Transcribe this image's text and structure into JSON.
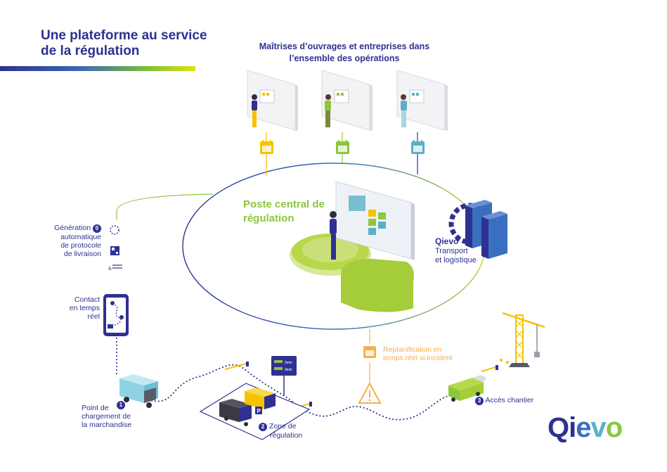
{
  "header": {
    "title": "Une plateforme au service de la régulation"
  },
  "owners": {
    "heading": "Maîtrises d’ouvrages et entreprises dans l’ensemble des opérations"
  },
  "central": {
    "label": "Poste central de régulation"
  },
  "qievo_node": {
    "name": "Qievo",
    "line1": "Transport",
    "line2": "et logistique"
  },
  "left_steps": {
    "generation": {
      "number": "0",
      "line1": "Génération",
      "line2": "automatique",
      "line3": "de protocole",
      "line4": "de livraison"
    },
    "contact": {
      "line1": "Contact",
      "line2": "en temps",
      "line3": "réel"
    }
  },
  "replanning": {
    "line1": "Replanification en",
    "line2": "temps réel si incident"
  },
  "steps": [
    {
      "number": "1",
      "line1": "Point de",
      "line2": "chargement  de",
      "line3": "la marchandise"
    },
    {
      "number": "2",
      "line1": "Zone de",
      "line2": "régulation"
    },
    {
      "number": "3",
      "line1": "Accès chantier"
    }
  ],
  "display_board": {
    "row1": "5min",
    "row2": "9min"
  },
  "parking_sign": "P",
  "logo": {
    "q": "Q",
    "i": "i",
    "e": "e",
    "v": "v",
    "o": "o"
  },
  "colors": {
    "navy": "#2e3192",
    "green": "#8dc63f",
    "orange": "#f6b04a",
    "teal": "#5bb0c8",
    "yellow": "#f4c300"
  }
}
